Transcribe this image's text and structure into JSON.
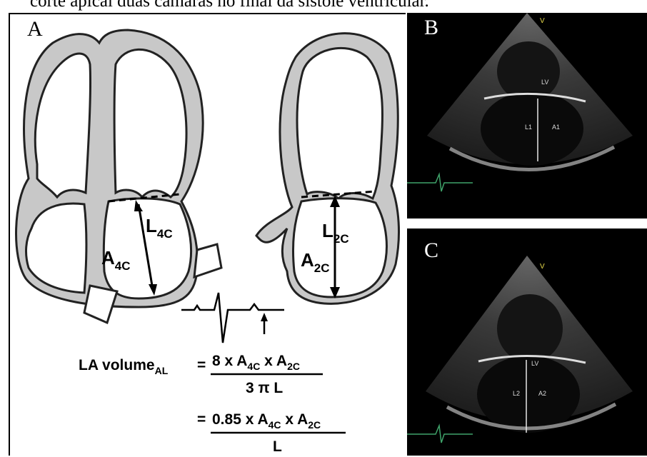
{
  "caption": "corte apical duas câmaras no final da sístole ventricular.",
  "panel_a": {
    "label": "A",
    "four_chamber": {
      "length_label": "L",
      "length_sub": "4C",
      "area_label": "A",
      "area_sub": "4C"
    },
    "two_chamber": {
      "length_label": "L",
      "length_sub": "2C",
      "area_label": "A",
      "area_sub": "2C"
    },
    "formula": {
      "lhs": "LA volume",
      "lhs_sub": "AL",
      "eq": "=",
      "num1_a": "8 x A",
      "num1_s1": "4C",
      "num1_b": " x A",
      "num1_s2": "2C",
      "den1": "3 π L",
      "num2_a": "0.85 x A",
      "num2_s1": "4C",
      "num2_b": " x A",
      "num2_s2": "2C",
      "den2": "L"
    }
  },
  "panel_b": {
    "label": "B",
    "lv": "LV",
    "l": "L1",
    "a": "A1",
    "marker": "V"
  },
  "panel_c": {
    "label": "C",
    "lv": "LV",
    "l": "L2",
    "a": "A2",
    "marker": "V"
  }
}
